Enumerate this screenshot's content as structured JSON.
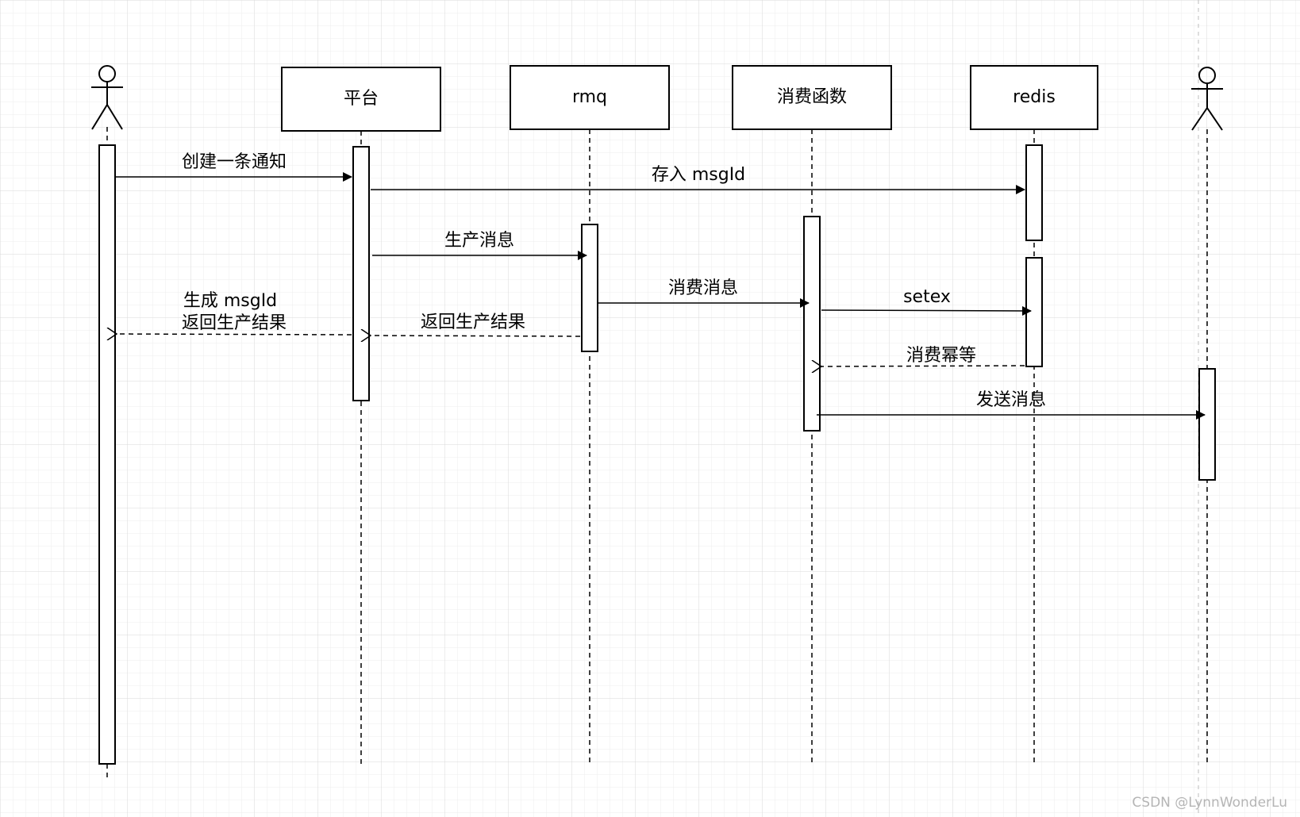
{
  "participants": [
    {
      "id": "user",
      "kind": "actor",
      "label": ""
    },
    {
      "id": "platform",
      "kind": "box",
      "label": "平台"
    },
    {
      "id": "rmq",
      "kind": "box",
      "label": "rmq"
    },
    {
      "id": "consumer",
      "kind": "box",
      "label": "消费函数"
    },
    {
      "id": "redis",
      "kind": "box",
      "label": "redis"
    },
    {
      "id": "receiver",
      "kind": "actor",
      "label": ""
    }
  ],
  "messages": [
    {
      "id": "create-notice",
      "from": "user",
      "to": "platform",
      "style": "sync",
      "label": [
        "创建一条通知"
      ]
    },
    {
      "id": "store-msgid",
      "from": "platform",
      "to": "redis",
      "style": "sync",
      "label": [
        "存入 msgId"
      ]
    },
    {
      "id": "produce-message",
      "from": "platform",
      "to": "rmq",
      "style": "sync",
      "label": [
        "生产消息"
      ]
    },
    {
      "id": "consume-message",
      "from": "rmq",
      "to": "consumer",
      "style": "sync",
      "label": [
        "消费消息"
      ]
    },
    {
      "id": "setex",
      "from": "consumer",
      "to": "redis",
      "style": "sync",
      "label": [
        "setex"
      ]
    },
    {
      "id": "return-produce-result-rmq",
      "from": "rmq",
      "to": "platform",
      "style": "return",
      "label": [
        "返回生产结果"
      ]
    },
    {
      "id": "return-produce-result-platform",
      "from": "platform",
      "to": "user",
      "style": "return",
      "label": [
        "生成 msgId",
        "返回生产结果"
      ]
    },
    {
      "id": "consume-idempotent",
      "from": "redis",
      "to": "consumer",
      "style": "return",
      "label": [
        "消费幂等"
      ]
    },
    {
      "id": "send-message",
      "from": "consumer",
      "to": "receiver",
      "style": "sync",
      "label": [
        "发送消息"
      ]
    }
  ],
  "watermark": "CSDN @LynnWonderLu",
  "colors": {
    "line": "#000000",
    "grid": "#e0e0e0",
    "background": "#ffffff",
    "watermark": "#b5b5b5"
  }
}
